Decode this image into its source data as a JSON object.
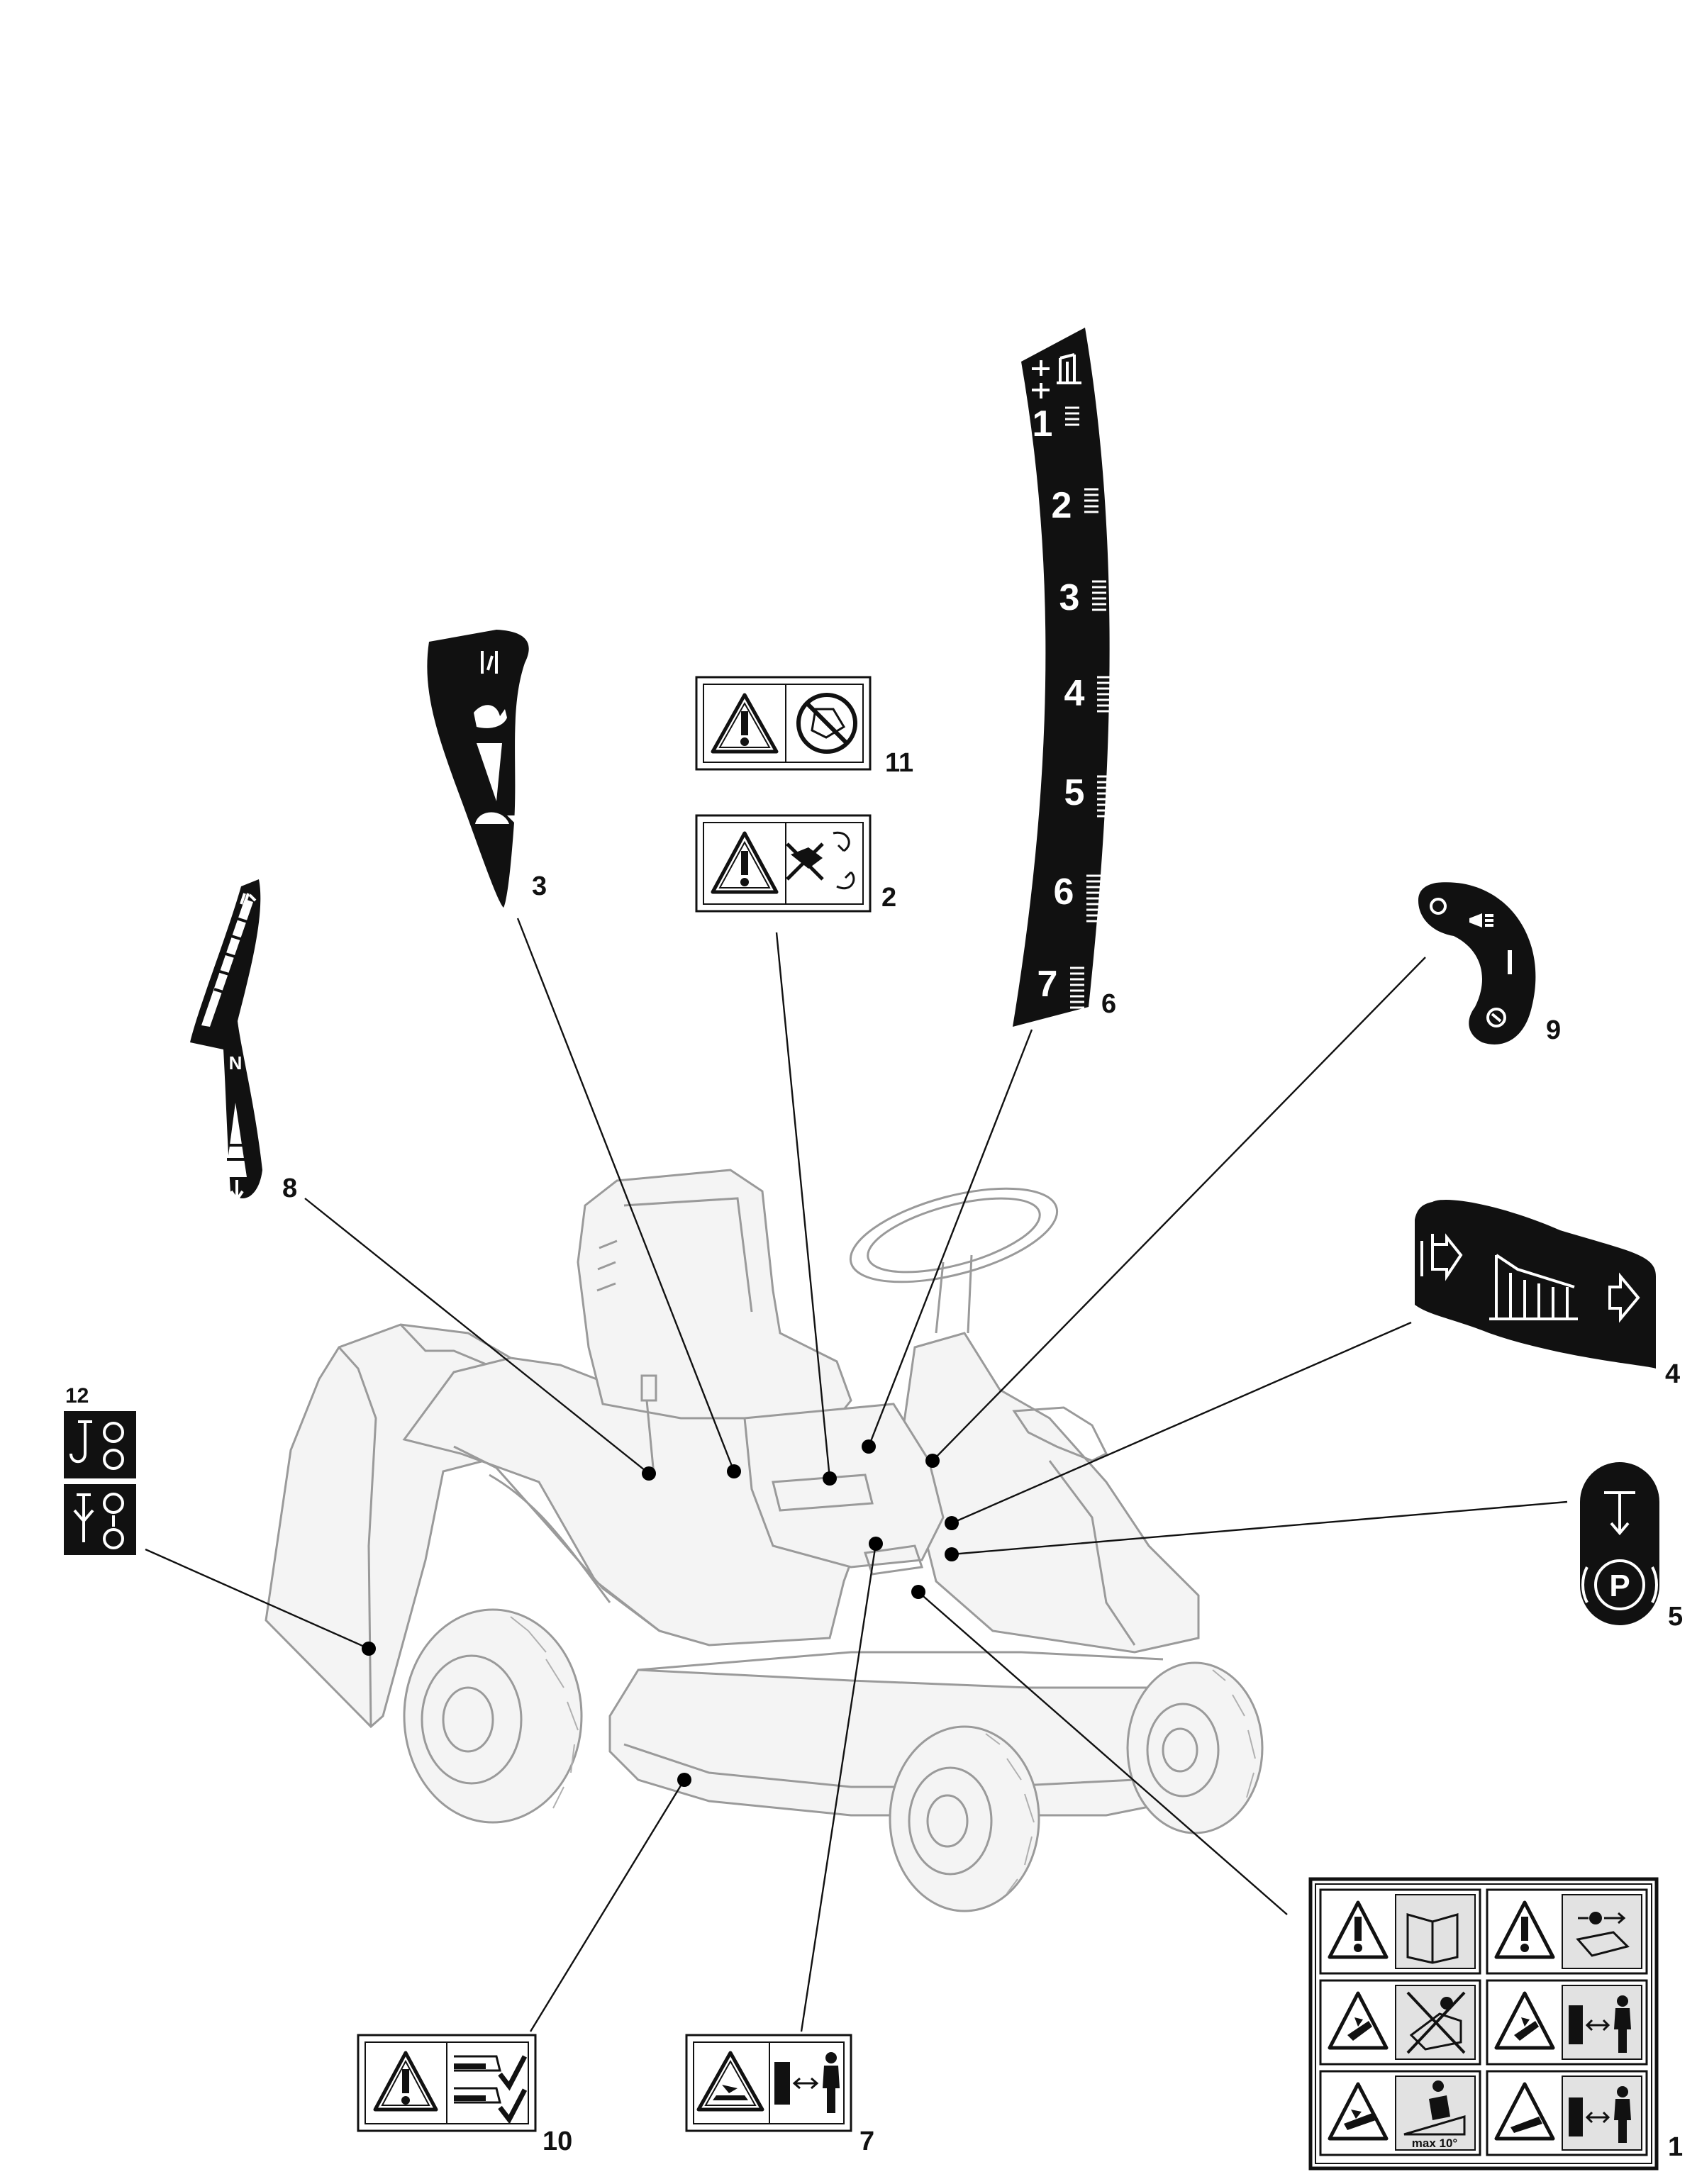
{
  "callouts": {
    "c1": "1",
    "c2": "2",
    "c3": "3",
    "c4": "4",
    "c5": "5",
    "c6": "6",
    "c7": "7",
    "c8": "8",
    "c9": "9",
    "c10": "10",
    "c11": "11",
    "c12": "12"
  },
  "decal_6_scale": [
    "1",
    "2",
    "3",
    "4",
    "5",
    "6",
    "7"
  ],
  "decal_8_label": "N",
  "decal_9_labels": {
    "off": "O",
    "on": "I"
  },
  "decal_5_label": "P",
  "decal_1_slope_label": "max 10°",
  "colors": {
    "ink": "#111111",
    "mower_outline": "#9a9a9a",
    "label_cell": "#e2e2e2"
  }
}
